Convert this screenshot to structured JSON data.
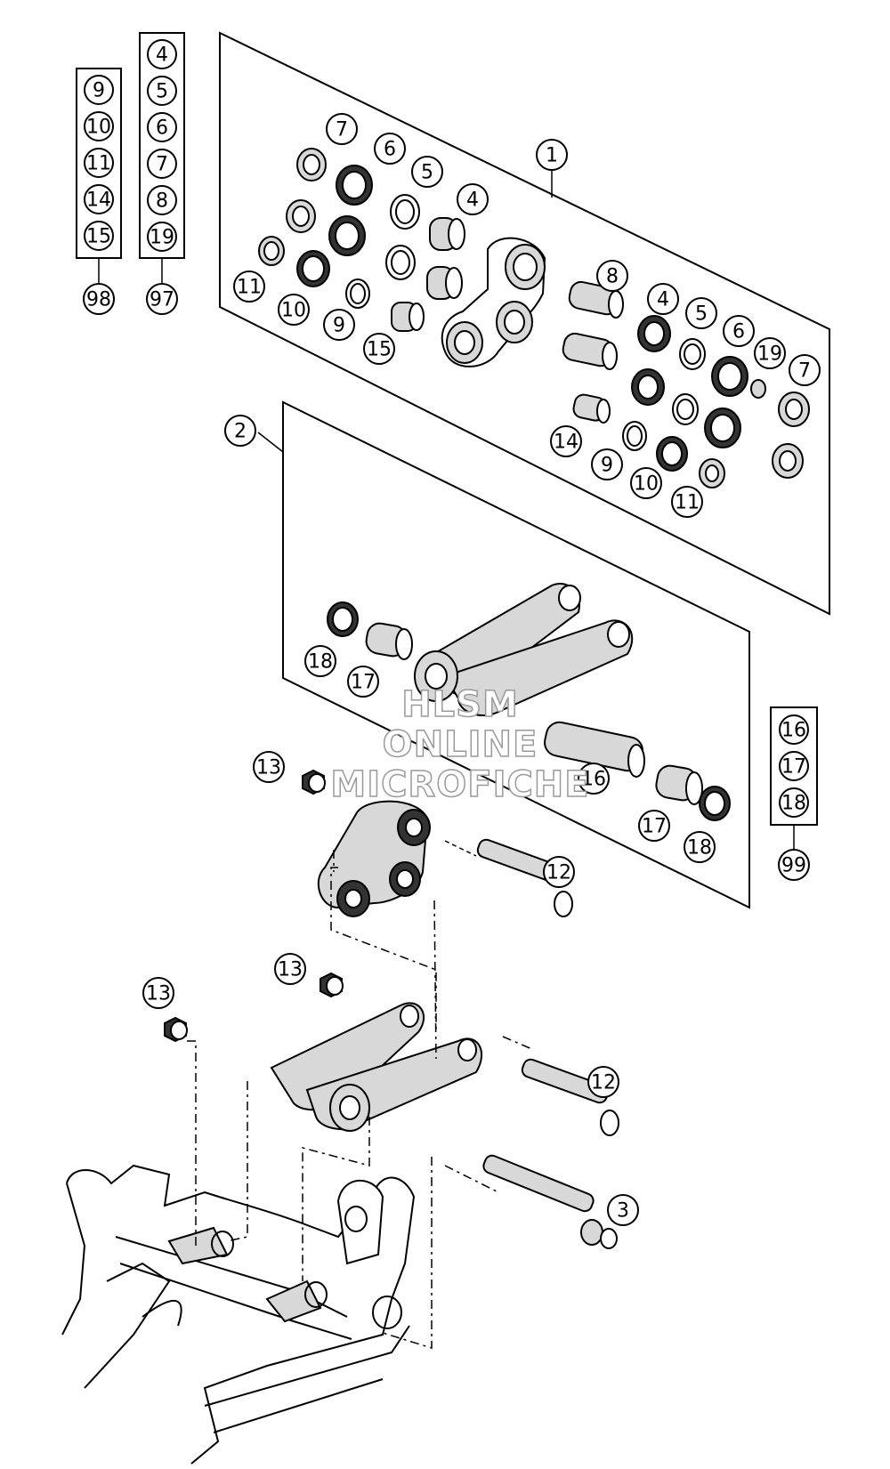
{
  "callouts": {
    "c1": "1",
    "c2": "2",
    "c3": "3",
    "p1_7a": "7",
    "p1_6a": "6",
    "p1_5a": "5",
    "p1_4a": "4",
    "p1_11a": "11",
    "p1_10a": "10",
    "p1_9a": "9",
    "p1_15": "15",
    "p1_8": "8",
    "p1_4b": "4",
    "p1_5b": "5",
    "p1_6b": "6",
    "p1_19": "19",
    "p1_7b": "7",
    "p1_14": "14",
    "p1_9b": "9",
    "p1_10b": "10",
    "p1_11b": "11",
    "p2_18a": "18",
    "p2_17a": "17",
    "p2_16": "16",
    "p2_17b": "17",
    "p2_18b": "18",
    "a13a": "13",
    "a12a": "12",
    "a13b": "13",
    "a13c": "13",
    "a12b": "12"
  },
  "kits": {
    "k98": {
      "number": "98",
      "items": [
        "9",
        "10",
        "11",
        "14",
        "15"
      ]
    },
    "k97": {
      "number": "97",
      "items": [
        "4",
        "5",
        "6",
        "7",
        "8",
        "19"
      ]
    },
    "k99": {
      "number": "99",
      "items": [
        "16",
        "17",
        "18"
      ]
    }
  },
  "watermark": {
    "line1": "HLSM",
    "line2": "ONLINE",
    "line3": "MICROFICHE"
  }
}
